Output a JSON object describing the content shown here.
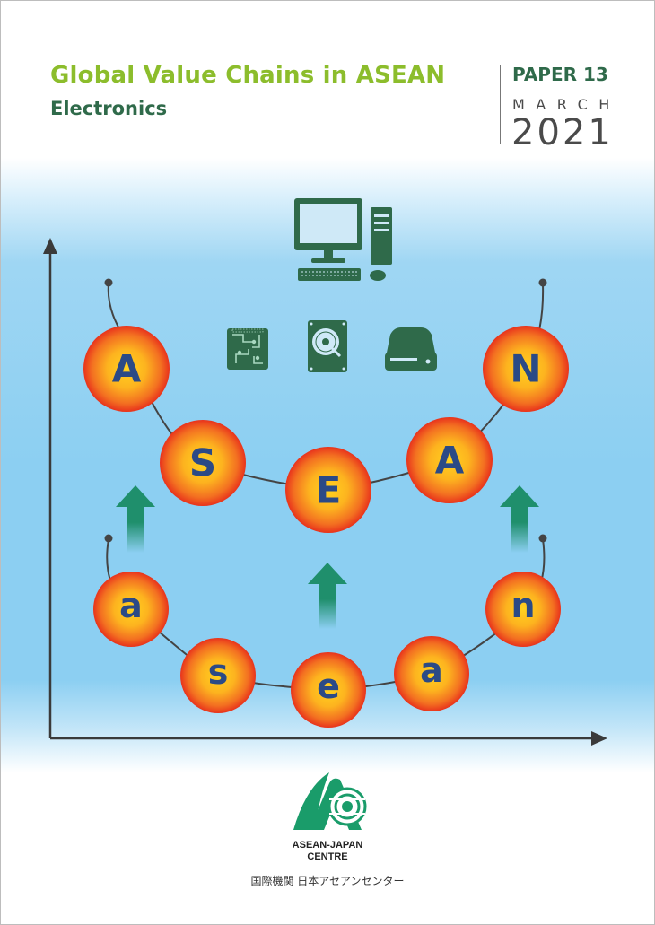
{
  "header": {
    "title": "Global Value Chains in ASEAN",
    "subtitle": "Electronics",
    "paper_label": "PAPER 13",
    "month": "MARCH",
    "year": "2021"
  },
  "illustration": {
    "upper_letters": [
      "A",
      "S",
      "E",
      "A",
      "N"
    ],
    "lower_letters": [
      "a",
      "s",
      "e",
      "a",
      "n"
    ],
    "icons": [
      "desktop-computer-icon",
      "keyboard-icon",
      "mouse-icon",
      "circuit-board-icon",
      "hard-disk-drive-icon",
      "external-drive-icon",
      "up-arrow-icon"
    ],
    "colors": {
      "sphere_outer": "#e8331c",
      "sphere_inner": "#ffd21f",
      "letter": "#2b4a86",
      "icon": "#2f6a4a",
      "arrow": "#1f8f6c"
    }
  },
  "footer": {
    "org_line1": "ASEAN-JAPAN",
    "org_line2": "CENTRE",
    "org_japanese": "国際機関 日本アセアンセンター"
  }
}
